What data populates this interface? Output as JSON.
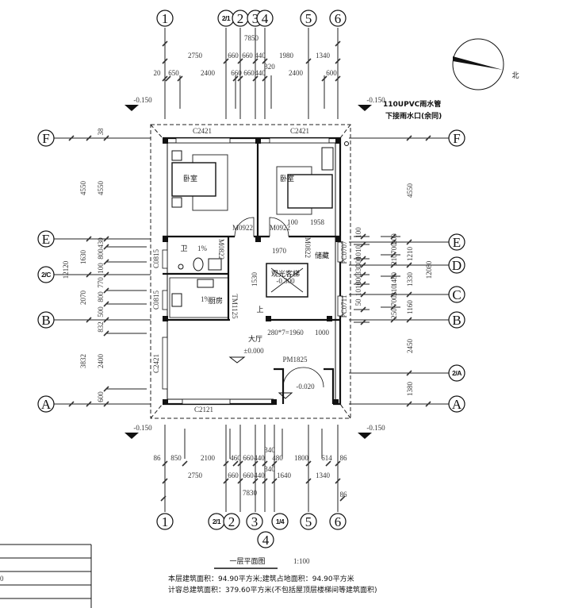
{
  "title": {
    "name": "一层平面图",
    "scale": "1:100"
  },
  "notes": [
    "本层建筑面积：94.90平方米;建筑占地面积：94.90平方米",
    "计容总建筑面积：379.60平方米(不包括屋顶层楼梯间等建筑面积)"
  ],
  "north_label": "北",
  "downpipe": [
    "110UPVC雨水管",
    "下接雨水口(余同)"
  ],
  "levels": {
    "outdoor": "-0.150",
    "hall": "±0.000",
    "entry": "-0.020",
    "elevator_pit": "-0.300"
  },
  "axes_top": [
    "1",
    "2/1",
    "2",
    "3",
    "4",
    "5",
    "6"
  ],
  "axes_bottom": [
    "1",
    "2/1",
    "2",
    "3",
    "4",
    "1/4",
    "5",
    "6"
  ],
  "axes_left": [
    "F",
    "E",
    "2/C",
    "B",
    "A"
  ],
  "axes_right": [
    "F",
    "E",
    "D",
    "C",
    "B",
    "2/A",
    "A"
  ],
  "dims_top": {
    "total": "7850",
    "row2": [
      "2750",
      "660",
      "660",
      "440",
      "1980",
      "1340"
    ],
    "row3": [
      "20",
      "650",
      "2400",
      "660",
      "660",
      "440",
      "2400",
      "600"
    ],
    "extra": "320"
  },
  "dims_bottom": {
    "row1": [
      "86",
      "850",
      "2100",
      "460",
      "660",
      "440",
      "480",
      "1800",
      "614",
      "86"
    ],
    "row2": [
      "2750",
      "660",
      "660",
      "440",
      "1640",
      "1340"
    ],
    "total": "7830",
    "extra": [
      "340",
      "340",
      "86"
    ]
  },
  "dims_left": {
    "total": "12120",
    "col2": [
      "4550",
      "1630",
      "2070",
      "3832"
    ],
    "col3": [
      "38",
      "4550",
      "430",
      "800",
      "100",
      "770",
      "800",
      "500",
      "832",
      "2400",
      "600"
    ]
  },
  "dims_right": {
    "total": "12080",
    "col3": [
      "4550",
      "1210",
      "1330",
      "1160",
      "2450",
      "1380"
    ],
    "col2": [
      "200",
      "700",
      "210",
      "1480",
      "210",
      "700",
      "250"
    ],
    "col1": [
      "100",
      "1010",
      "300",
      "330",
      "300",
      "1010",
      "50"
    ]
  },
  "rooms": {
    "bedroom_1": "卧室",
    "bedroom_2": "卧室",
    "bathroom": "卫",
    "kitchen": "厨房",
    "storage": "储藏",
    "elevator": "观光客梯",
    "hall": "大厅",
    "stair_up": "上"
  },
  "openings": {
    "window_top_left": "C2421",
    "window_top_right": "C2421",
    "window_bottom": "C2121",
    "window_left_hall": "C2421",
    "window_bath": "C0815",
    "window_kitchen": "C0815",
    "window_right_1": "PC0707",
    "window_right_2": "PC0711",
    "door_bed_1": "M0922",
    "door_bed_2": "M0922",
    "door_bath": "M0822",
    "door_storage": "M0822",
    "door_kitchen": "TM1125",
    "door_main": "PM1825"
  },
  "inner_dims": {
    "slope_bath": "1%",
    "slope_kitchen": "1%",
    "d100": "100",
    "d1958": "1958",
    "d1970": "1970",
    "d1530": "1530",
    "stair_run": "280*7=1960",
    "d1000": "1000"
  },
  "table_value": "0"
}
